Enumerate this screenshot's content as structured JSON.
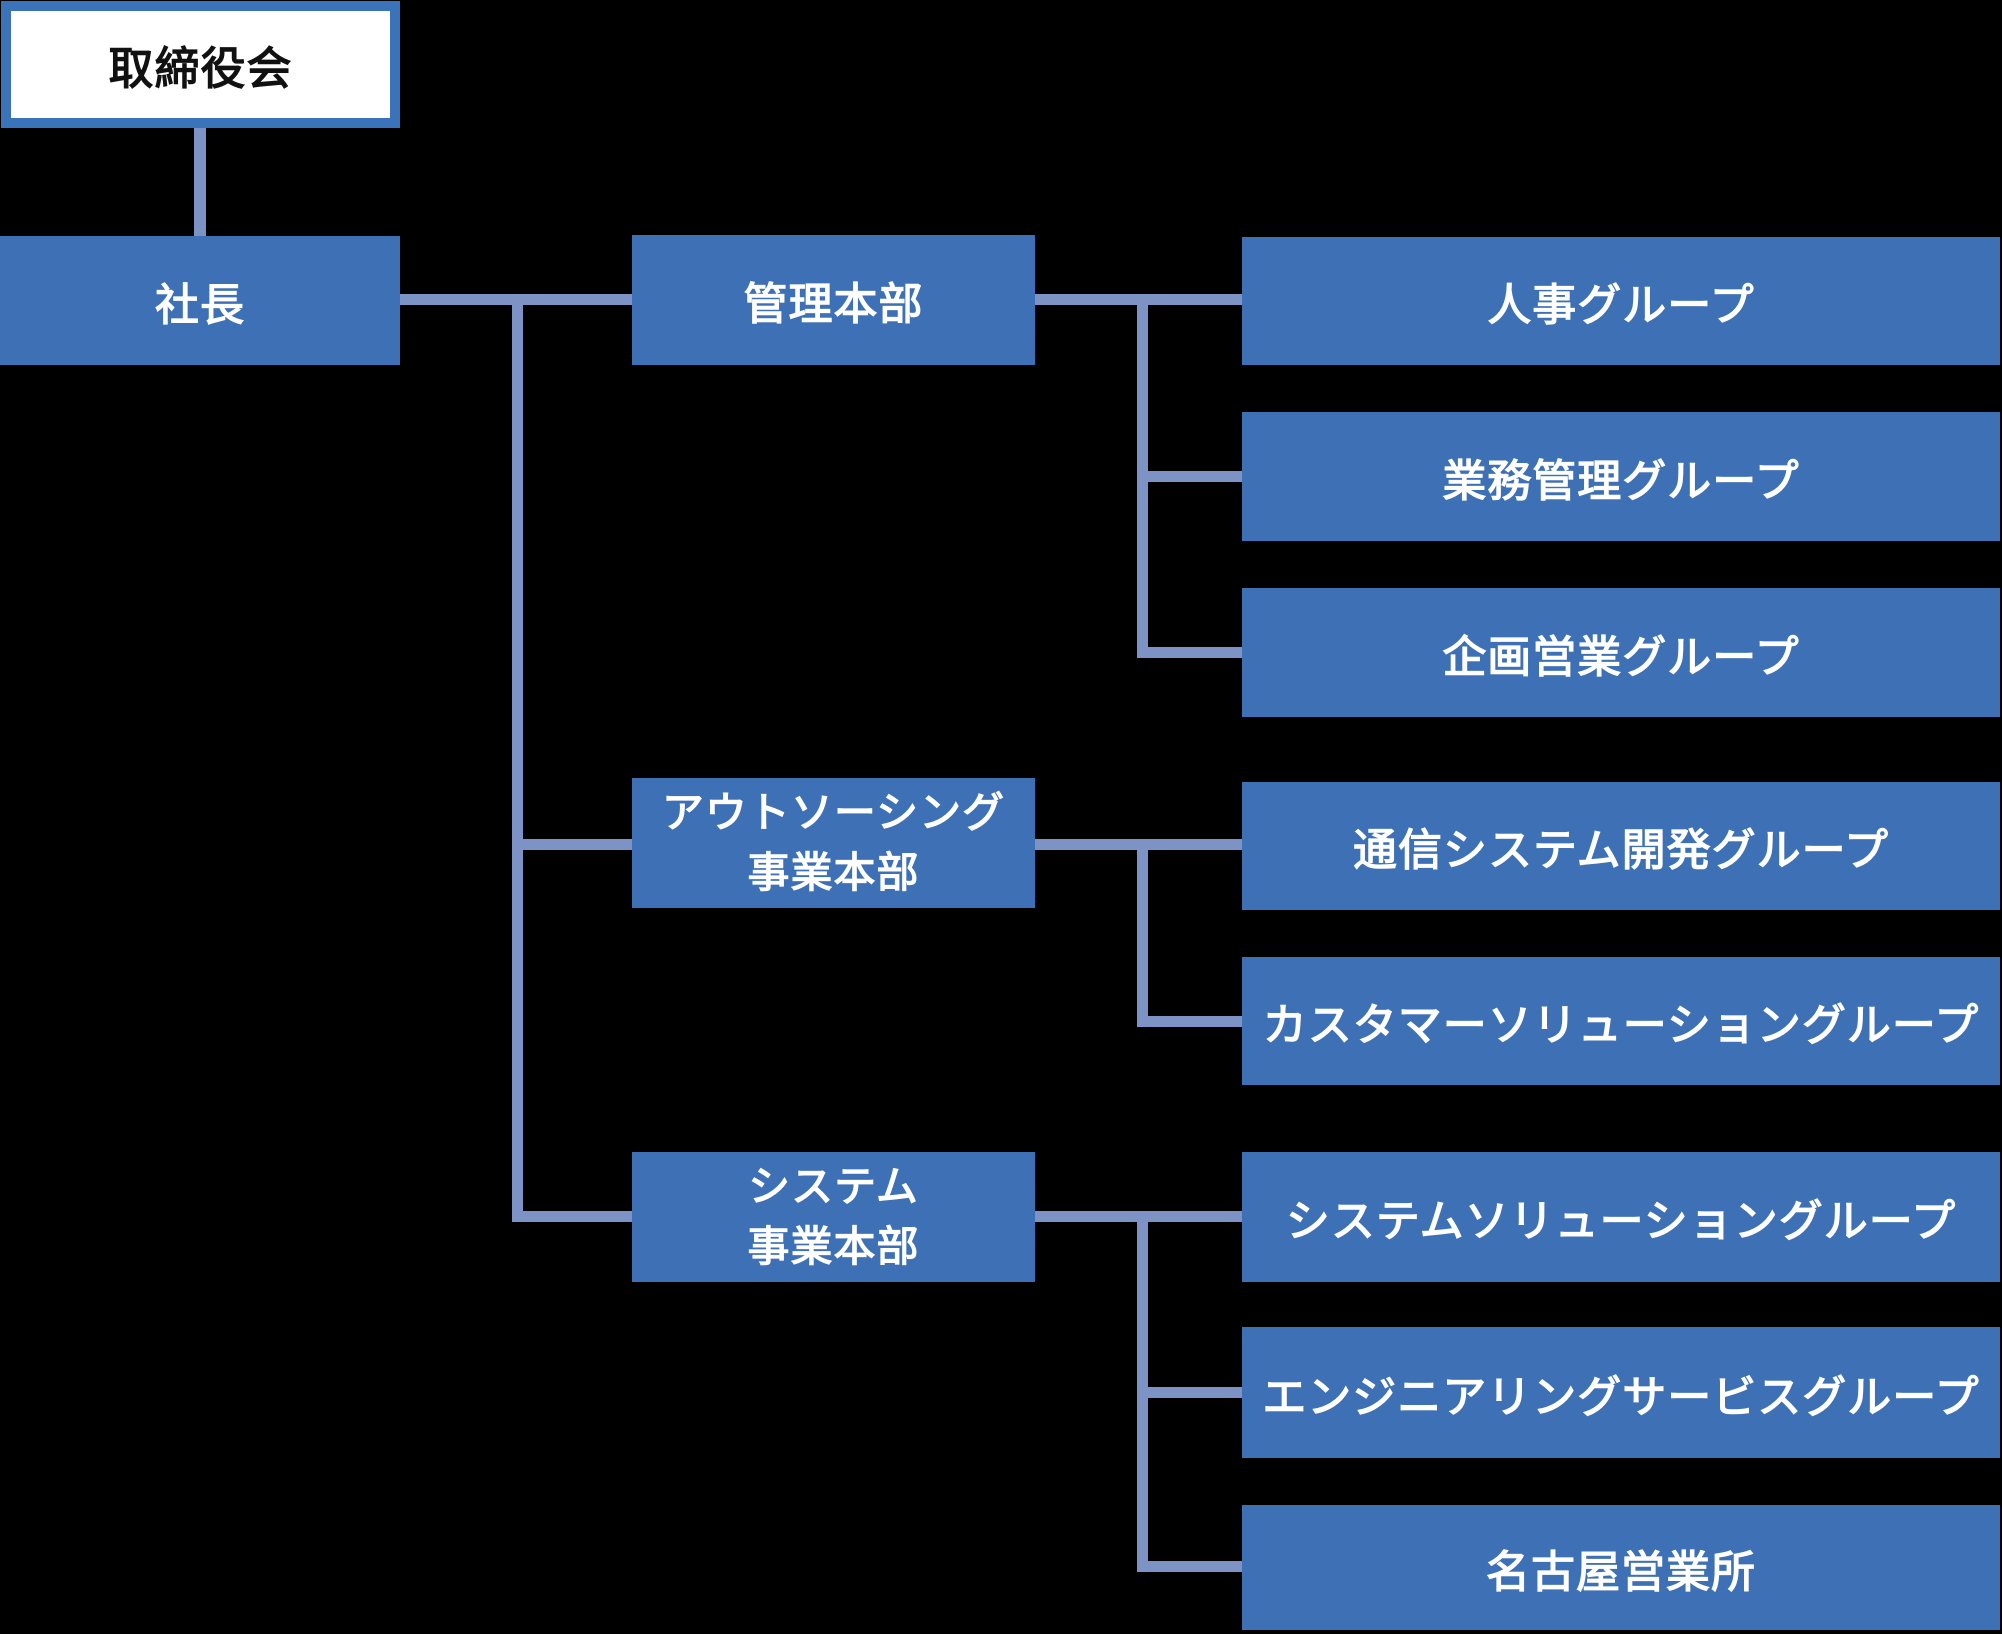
{
  "colors": {
    "bg": "#000000",
    "fill": "#3D70B4",
    "border": "#3B73BA",
    "line": "#7E93C5",
    "text-light": "#FFFFFF",
    "text-dark": "#111111"
  },
  "nodes": {
    "board": {
      "label": "取締役会"
    },
    "president": {
      "label": "社長"
    },
    "admin_hq": {
      "label": "管理本部"
    },
    "outsourcing_hq": {
      "line1": "アウトソーシング",
      "line2": "事業本部"
    },
    "system_hq": {
      "line1": "システム",
      "line2": "事業本部"
    },
    "hr_group": {
      "label": "人事グループ"
    },
    "business_admin_group": {
      "label": "業務管理グループ"
    },
    "planning_sales_group": {
      "label": "企画営業グループ"
    },
    "comm_system_dev_group": {
      "label": "通信システム開発グループ"
    },
    "customer_solution_group": {
      "label": "カスタマーソリューショングループ"
    },
    "system_solution_group": {
      "label": "システムソリューショングループ"
    },
    "engineering_service_group": {
      "label": "エンジニアリングサービスグループ"
    },
    "nagoya_office": {
      "label": "名古屋営業所"
    }
  },
  "hierarchy": {
    "取締役会": {
      "社長": {
        "管理本部": [
          "人事グループ",
          "業務管理グループ",
          "企画営業グループ"
        ],
        "アウトソーシング事業本部": [
          "通信システム開発グループ",
          "カスタマーソリューショングループ"
        ],
        "システム事業本部": [
          "システムソリューショングループ",
          "エンジニアリングサービスグループ",
          "名古屋営業所"
        ]
      }
    }
  }
}
